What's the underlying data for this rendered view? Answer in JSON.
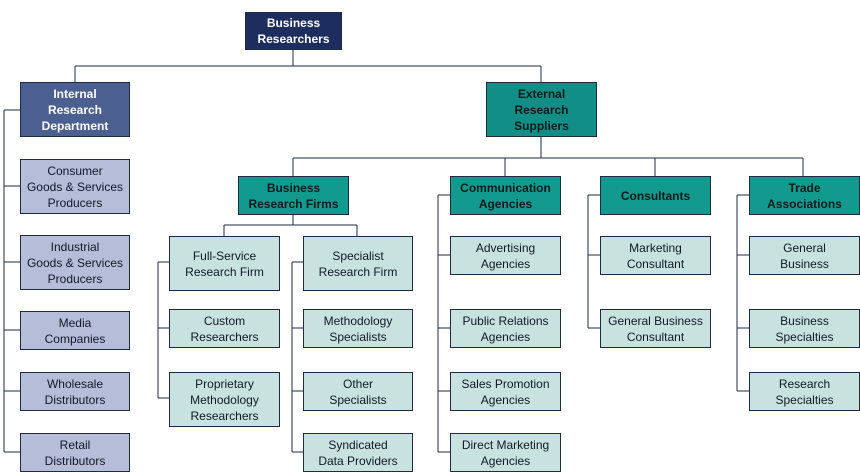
{
  "root": {
    "label": "Business\nResearchers"
  },
  "internal": {
    "label": "Internal\nResearch\nDepartment",
    "items": [
      "Consumer\nGoods & Services\nProducers",
      "Industrial\nGoods & Services\nProducers",
      "Media\nCompanies",
      "Wholesale\nDistributors",
      "Retail\nDistributors"
    ]
  },
  "external": {
    "label": "External\nResearch\nSuppliers",
    "business_research_firms": {
      "label": "Business\nResearch Firms",
      "full_service": "Full-Service\nResearch Firm",
      "full_service_items": [
        "Custom\nResearchers",
        "Proprietary\nMethodology\nResearchers"
      ],
      "specialist": "Specialist\nResearch Firm",
      "specialist_items": [
        "Methodology\nSpecialists",
        "Other\nSpecialists",
        "Syndicated\nData Providers"
      ]
    },
    "communication_agencies": {
      "label": "Communication\nAgencies",
      "items": [
        "Advertising\nAgencies",
        "Public Relations\nAgencies",
        "Sales Promotion\nAgencies",
        "Direct Marketing\nAgencies"
      ]
    },
    "consultants": {
      "label": "Consultants",
      "items": [
        "Marketing\nConsultant",
        "General Business\nConsultant"
      ]
    },
    "trade_associations": {
      "label": "Trade\nAssociations",
      "items": [
        "General\nBusiness",
        "Business\nSpecialties",
        "Research\nSpecialties"
      ]
    }
  }
}
